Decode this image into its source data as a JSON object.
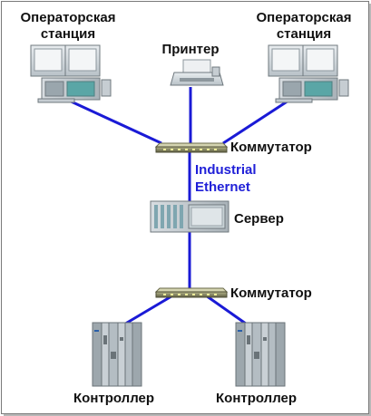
{
  "labels": {
    "workstation_left_line1": "Операторская",
    "workstation_left_line2": "станция",
    "workstation_right_line1": "Операторская",
    "workstation_right_line2": "станция",
    "printer": "Принтер",
    "switch_top": "Коммутатор",
    "network_line1": "Industrial",
    "network_line2": "Ethernet",
    "server": "Сервер",
    "switch_bottom": "Коммутатор",
    "controller_left": "Контроллер",
    "controller_right": "Контроллер"
  },
  "colors": {
    "link": "#1a1ad6",
    "network_text": "#2020d8"
  }
}
